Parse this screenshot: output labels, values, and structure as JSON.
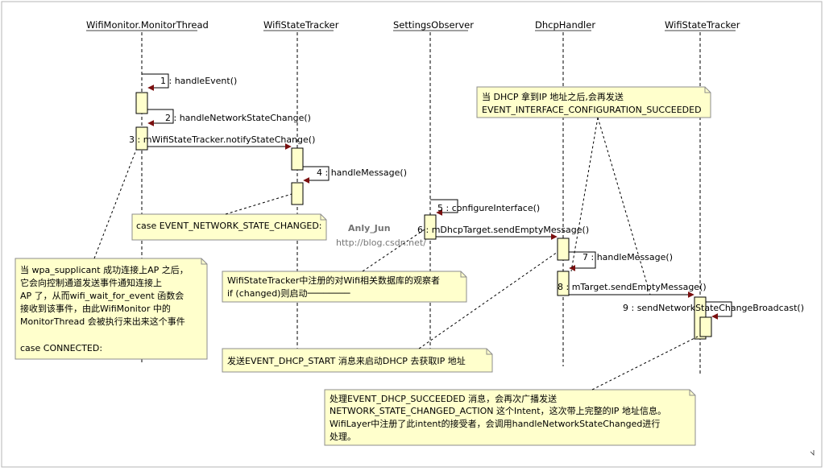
{
  "lifelines": [
    {
      "label": "WifiMonitor.MonitorThread"
    },
    {
      "label": "WifiStateTracker"
    },
    {
      "label": "SettingsObserver"
    },
    {
      "label": "DhcpHandler"
    },
    {
      "label": "WifiStateTracker"
    }
  ],
  "messages": [
    {
      "label": "1 : handleEvent()"
    },
    {
      "label": "2 : handleNetworkStateChange()"
    },
    {
      "label": "3 : mWifiStateTracker.notifyStateChange()"
    },
    {
      "label": "4 : handleMessage()"
    },
    {
      "label": "5 : configureInterface()"
    },
    {
      "label": "6 : mDhcpTarget.sendEmptyMessage()"
    },
    {
      "label": "7 : handleMessage()"
    },
    {
      "label": "8 : mTarget.sendEmptyMessage()"
    },
    {
      "label": "9 : sendNetworkStateChangeBroadcast()"
    }
  ],
  "notes": {
    "network_state": [
      "case EVENT_NETWORK_STATE_CHANGED:"
    ],
    "monitor": [
      "当 wpa_supplicant 成功连接上AP 之后，",
      "它会向控制通道发送事件通知连接上",
      "AP 了，从而wifi_wait_for_event 函数会",
      "接收到该事件，由此WifiMonitor 中的",
      "MonitorThread 会被执行来出来这个事件",
      "",
      "case CONNECTED:"
    ],
    "observer": [
      "WifiStateTracker中注册的对Wifi相关数据库的观察者",
      "if (changed)则启动────────"
    ],
    "dhcp_start": [
      "发送EVENT_DHCP_START 消息来启动DHCP 去获取IP 地址"
    ],
    "dhcp_ip": [
      "当 DHCP 拿到IP 地址之后,会再发送",
      "EVENT_INTERFACE_CONFIGURATION_SUCCEEDED"
    ],
    "dhcp_succeeded": [
      "处理EVENT_DHCP_SUCCEEDED 消息，会再次广播发送",
      "NETWORK_STATE_CHANGED_ACTION 这个Intent，这次带上完整的IP 地址信息。",
      "WifiLayer中注册了此intent的接受者，会调用handleNetworkStateChanged进行",
      "处理。"
    ]
  },
  "watermark": {
    "logo": "Anly_Jun",
    "url": "http://blog.csdn.net/"
  },
  "colors": {
    "note_fill": "#ffffcc",
    "activation_fill": "#ffffcc",
    "arrow": "#7a0f0f",
    "line": "#000000",
    "border": "#8c8c8c"
  }
}
